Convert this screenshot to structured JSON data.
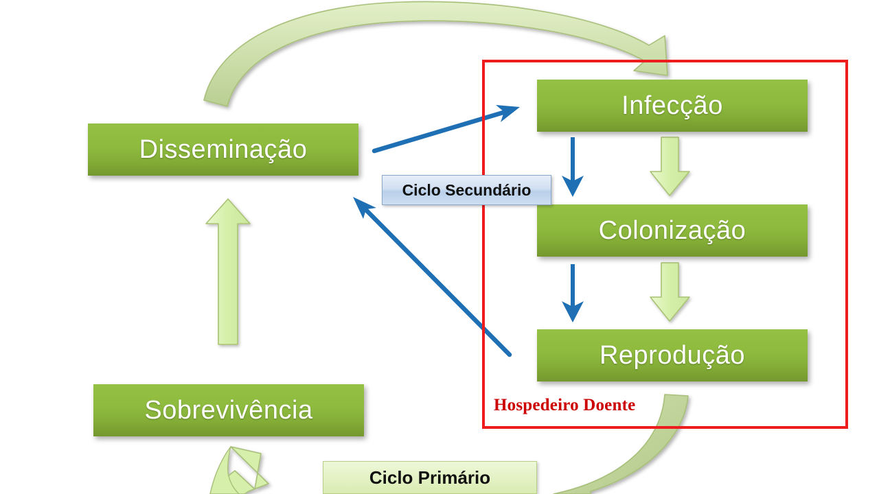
{
  "diagram": {
    "title": "Ciclo de doenca - ciclo primario e secundario",
    "background_color": "#ffffff",
    "boxes": [
      {
        "id": "disseminacao",
        "label": "Disseminação"
      },
      {
        "id": "sobrevivencia",
        "label": "Sobrevivência"
      },
      {
        "id": "infeccao",
        "label": "Infecção"
      },
      {
        "id": "colonizacao",
        "label": "Colonização"
      },
      {
        "id": "reproducao",
        "label": "Reprodução"
      }
    ],
    "callouts": [
      {
        "id": "ciclo-secundario",
        "label": "Ciclo Secundário",
        "style": "blue"
      },
      {
        "id": "ciclo-primario",
        "label": "Ciclo Primário",
        "style": "green"
      }
    ],
    "host_frame": {
      "label": "Hospedeiro Doente",
      "border_color": "#ee1c1c",
      "label_color": "#cc0000"
    },
    "colors": {
      "box_green_light": "#94c044",
      "box_green_dark": "#74982e",
      "arrow_green_fill": "#d8f0b0",
      "arrow_green_stroke": "#9cb85e",
      "arrow_blue": "#1f6fb4",
      "curve_arrow_fill": "#c3d79b",
      "frame_red": "#ee1c1c",
      "text_white": "#ffffff"
    },
    "arrows": [
      {
        "id": "arrow-green-infeccao-colonizacao",
        "kind": "green-straight",
        "direction": "down"
      },
      {
        "id": "arrow-green-colonizacao-reproducao",
        "kind": "green-straight",
        "direction": "down"
      },
      {
        "id": "arrow-green-sobrevivencia-disseminacao",
        "kind": "green-straight",
        "direction": "up"
      },
      {
        "id": "arrow-blue-infeccao-colonizacao",
        "kind": "blue-straight",
        "direction": "down"
      },
      {
        "id": "arrow-blue-colonizacao-reproducao",
        "kind": "blue-straight",
        "direction": "down"
      },
      {
        "id": "arrow-blue-disseminacao-infeccao",
        "kind": "blue-diagonal",
        "direction": "up-right"
      },
      {
        "id": "arrow-blue-reproducao-disseminacao",
        "kind": "blue-diagonal",
        "direction": "up-left"
      },
      {
        "id": "arrow-curve-disseminacao-infeccao",
        "kind": "green-curve",
        "direction": "clockwise-top"
      },
      {
        "id": "arrow-curve-reproducao-sobrevivencia",
        "kind": "green-curve",
        "direction": "clockwise-bottom"
      }
    ]
  }
}
